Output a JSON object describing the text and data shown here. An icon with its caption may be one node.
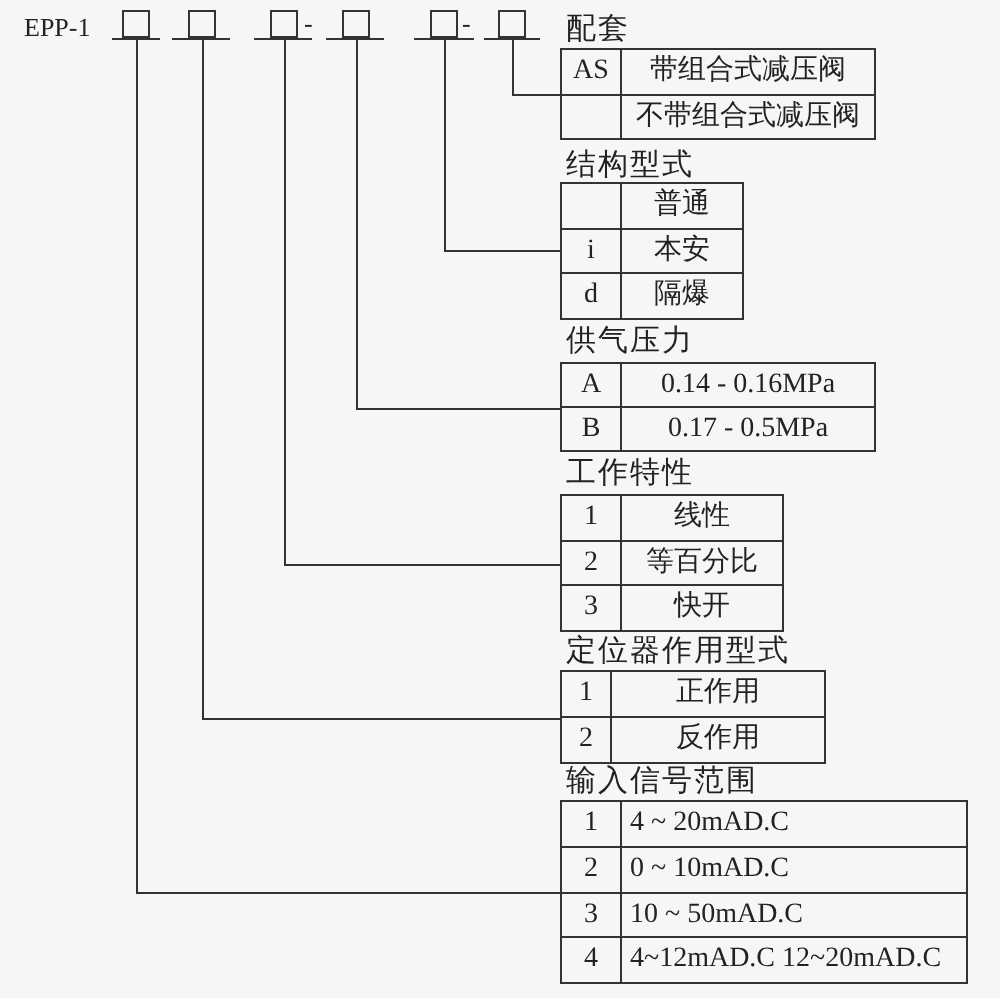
{
  "diagram": {
    "nodes": [
      {
        "text": [],
        "shape": "box"
      },
      {
        "text": [],
        "shape": "box"
      },
      {
        "text": [],
        "shape": "box"
      },
      {
        "text": [],
        "shape": "box"
      },
      {
        "text": [],
        "shape": "box"
      },
      {
        "text": [],
        "shape": "box"
      },
      {
        "text": [
          "配套"
        ]
      },
      {
        "text": [
          "AS",
          "带组合式减压阀"
        ],
        "in": 6
      },
      {
        "text": [
          "不带组合式减压阀"
        ],
        "in": 6
      },
      {
        "text": [
          "结构型式"
        ]
      },
      {
        "text": [
          "普通"
        ],
        "in": 9
      },
      {
        "text": [
          "i",
          "本安"
        ],
        "in": 9
      },
      {
        "text": [
          "d",
          "隔爆"
        ],
        "in": 9
      },
      {
        "text": [
          "供气压力"
        ]
      },
      {
        "text": [
          "A",
          "0.14 - 0.16MPa"
        ],
        "in": 13
      },
      {
        "text": [
          "B",
          "0.17 - 0.5MPa"
        ],
        "in": 13
      },
      {
        "text": [
          "工作特性"
        ]
      },
      {
        "text": [
          "1",
          "线性"
        ],
        "in": 16
      },
      {
        "text": [
          "2",
          "等百分比"
        ],
        "in": 16
      },
      {
        "text": [
          "3",
          "快开"
        ],
        "in": 16
      },
      {
        "text": [
          "定位器作用型式"
        ]
      },
      {
        "text": [
          "1",
          "正作用"
        ],
        "in": 20
      },
      {
        "text": [
          "2",
          "反作用"
        ],
        "in": 20
      },
      {
        "text": [
          "输入信号范围"
        ]
      },
      {
        "text": [
          "1",
          "4 ~ 20mAD.C"
        ],
        "in": 23
      },
      {
        "text": [
          "2",
          "0 ~ 10mAD.C"
        ],
        "in": 23
      },
      {
        "text": [
          "3",
          "10 ~ 50mAD.C"
        ],
        "in": 23
      },
      {
        "text": [
          "4",
          "4~12mAD.C 12~20mAD.C"
        ],
        "in": 23
      }
    ],
    "edges": [
      {
        "from": 0,
        "to": 23,
        "arrow": "none"
      },
      {
        "from": 1,
        "to": 20,
        "arrow": "none"
      },
      {
        "from": 2,
        "to": 16,
        "arrow": "none"
      },
      {
        "from": 3,
        "to": 13,
        "arrow": "none"
      },
      {
        "from": 4,
        "to": 9,
        "arrow": "none"
      },
      {
        "from": 5,
        "to": 6,
        "arrow": "none"
      }
    ],
    "labels": [
      "EPP-1",
      "-",
      "-"
    ]
  }
}
